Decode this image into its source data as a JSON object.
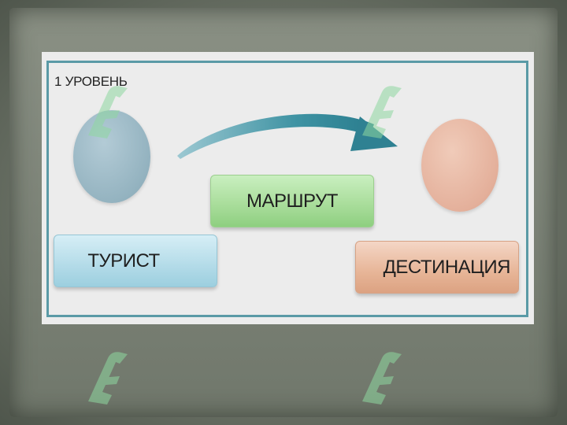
{
  "diagram": {
    "level_title": "1 УРОВЕНЬ",
    "route_label": "МАРШРУТ",
    "tourist_label": "ТУРИСТ",
    "destination_label": "ДЕСТИНАЦИЯ"
  },
  "colors": {
    "border_teal": "#5a9aa6",
    "arrow_teal": "#2f8192",
    "route_green": "#a7dc99",
    "tourist_blue": "#b3dbe8",
    "destination_peach": "#e7b597",
    "watermark_green": "#8fd8a0"
  },
  "icons": {
    "watermark": "soft-logo-watermark"
  }
}
